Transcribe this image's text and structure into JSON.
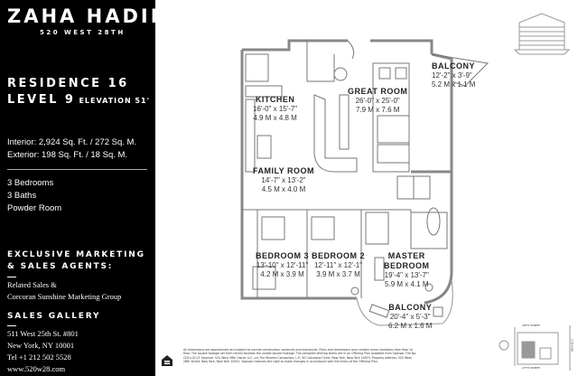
{
  "brand": {
    "name": "ZAHA HADID",
    "address": "520 WEST 28TH"
  },
  "residence": {
    "title": "RESIDENCE 16",
    "level": "LEVEL 9",
    "elevation": "ELEVATION 51'"
  },
  "areas": {
    "interior": "Interior: 2,924 Sq. Ft. / 272 Sq. M.",
    "exterior": "Exterior: 198 Sq. Ft. / 18 Sq. M."
  },
  "rooms_summary": [
    "3 Bedrooms",
    "3 Baths",
    "Powder Room"
  ],
  "marketing": {
    "heading_1": "EXCLUSIVE MARKETING",
    "heading_2": "& SALES AGENTS:",
    "line_1": "Related Sales &",
    "line_2": "Corcoran Sunshine Marketing Group"
  },
  "gallery": {
    "heading": "SALES GALLERY",
    "lines": [
      "511 West 25th St. #801",
      "New York, NY 10001",
      "Tel +1 212 502 5528",
      "www.520w28.com"
    ]
  },
  "plan": {
    "kitchen": {
      "name": "KITCHEN",
      "imperial": "16'-0\" x 15'-7\"",
      "metric": "4.9 M x 4.8 M"
    },
    "great_room": {
      "name": "GREAT ROOM",
      "imperial": "26'-0\" x 25'-0\"",
      "metric": "7.9 M x 7.6 M"
    },
    "balcony_1": {
      "name": "BALCONY",
      "imperial": "12'-2\" x 3'-9\"",
      "metric": "5.2 M x 1.1 M"
    },
    "family_room": {
      "name": "FAMILY ROOM",
      "imperial": "14'-7\" x 13'-2\"",
      "metric": "4.5 M x 4.0 M"
    },
    "bedroom_3": {
      "name": "BEDROOM 3",
      "imperial": "13'-10\" x 12'-11\"",
      "metric": "4.2 M x 3.9 M"
    },
    "bedroom_2": {
      "name": "BEDROOM 2",
      "imperial": "12'-11\" x 12'-1\"",
      "metric": "3.9 M x 3.7 M"
    },
    "master": {
      "name": "MASTER",
      "name2": "BEDROOM",
      "imperial": "19'-4\" x 13'-7\"",
      "metric": "5.9 M x 4.1 M"
    },
    "balcony_2": {
      "name": "BALCONY",
      "imperial": "20'-4\" x 5'-3\"",
      "metric": "6.2 M x 1.6 M"
    }
  },
  "site": {
    "north_street": "28TH STREET",
    "south_street": "27TH STREET",
    "east_street": "11TH AVE"
  },
  "disclaimer": "All dimensions are approximate and subject to normal construction variances and tolerances. Plans and dimensions may contain minor variations from floor to floor. The square footage set forth herein exceeds the usable square footage. The complete offering terms are in an Offering Plan available from Sponsor. File No. CD14-0113. Sponsor: 520 West 28th Owner LLC, c/o The Related Companies, L.P., 60 Columbus Circle, New York, New York 10023. Property address: 520 West 28th Street, New York, New York 10001. Sponsor reserves the right to make changes in accordance with the terms of the Offering Plan."
}
